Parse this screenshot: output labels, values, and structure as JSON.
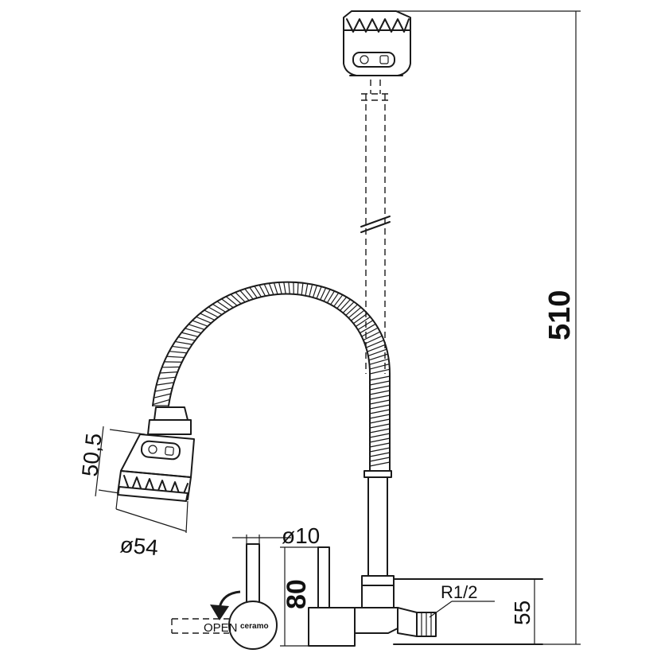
{
  "dimensions": {
    "height_total": "510",
    "spray_head_height": "50,5",
    "spray_head_diameter": "ø54",
    "lever_diameter": "ø10",
    "lever_height": "80",
    "inlet_height": "55",
    "thread": "R1/2"
  },
  "labels": {
    "open": "OPEN",
    "brand": "ceramo"
  }
}
